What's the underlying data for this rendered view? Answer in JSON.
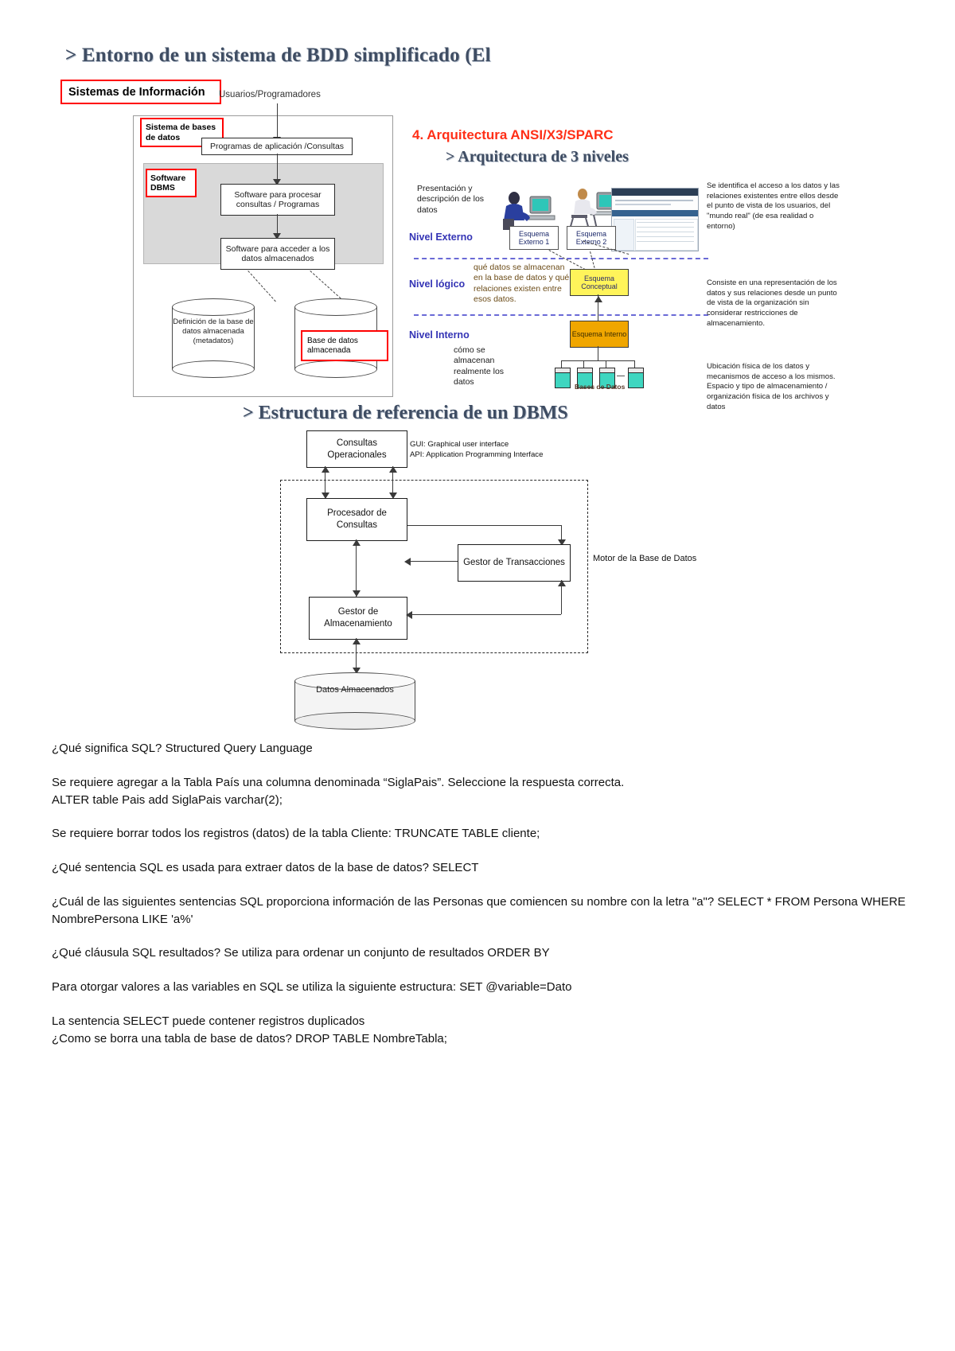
{
  "section1": {
    "title": "> Entorno de un sistema de BDD simplificado (El",
    "tag_sistemas_informacion": "Sistemas de Información",
    "label_usuarios": "Usuarios/Programadores",
    "tag_sistema_bases_datos": "Sistema de bases de datos",
    "tag_software_dbms": "Software DBMS",
    "box_programas": "Programas de aplicación /Consultas",
    "box_software_procesar": "Software para procesar consultas / Programas",
    "box_software_acceder": "Software para acceder a los datos almacenados",
    "cyl_definicion": "Definición de la base de datos almacenada (metadatos)",
    "cyl_base_datos": "Base de datos almacenada"
  },
  "section2": {
    "title_red": "4. Arquitectura ANSI/X3/SPARC",
    "title_sub": "> Arquitectura de 3 niveles",
    "nivel_externo": "Nivel Externo",
    "nivel_externo_desc": "Presentación y descripción de los datos",
    "nivel_logico": "Nivel  lógico",
    "nivel_logico_desc": "qué datos se almacenan en la base de datos y qué relaciones existen entre esos datos.",
    "nivel_interno": "Nivel Interno",
    "nivel_interno_desc": "cómo se almacenan realmente los datos",
    "esquema_externo_1": "Esquema Externo 1",
    "esquema_externo_2": "Esquema Externo 2",
    "esquema_conceptual": "Esquema Conceptual",
    "esquema_interno": "Esquema Interno",
    "bases_de_datos": "Bases de Datos",
    "desc_externo": "Se identifica el acceso a los datos y las relaciones existentes entre ellos desde el punto de vista de los usuarios, del \"mundo real\" (de esa realidad o entorno)",
    "desc_logico": "Consiste en una representación de los datos y sus relaciones desde un punto de vista de la organización sin considerar restricciones de almacenamiento.",
    "desc_interno": "Ubicación  física de los datos y mecanismos de acceso a los mismos. Espacio y tipo de almacenamiento / organización física de los archivos y datos",
    "color_conceptual": "#fff45a",
    "color_interno": "#f0a600",
    "color_titulo_rojo": "#ff2f17"
  },
  "section3": {
    "title": "> Estructura de referencia de un DBMS",
    "box_consultas": "Consultas Operacionales",
    "box_procesador": "Procesador de Consultas",
    "box_gestor_trans": "Gestor de Transacciones",
    "box_gestor_alm": "Gestor de Almacenamiento",
    "cyl_datos": "Datos Almacenados",
    "label_motor": "Motor de la Base de Datos",
    "legend_gui": "GUI: Graphical user interface",
    "legend_api": "API: Application Programming Interface"
  },
  "body": {
    "paragraphs": [
      "¿Qué significa SQL? Structured Query Language",
      "Se requiere agregar a la Tabla País una columna denominada “SiglaPais”. Seleccione la respuesta correcta.",
      "ALTER table Pais add SiglaPais varchar(2);",
      "Se requiere borrar todos los registros (datos) de la tabla Cliente: TRUNCATE TABLE cliente;",
      "¿Qué sentencia SQL es usada para extraer datos de la base de datos? SELECT",
      "¿Cuál de las siguientes sentencias SQL proporciona información de las Personas que comiencen su nombre con la letra \"a\"?   SELECT * FROM Persona WHERE NombrePersona LIKE 'a%'",
      "¿Qué cláusula SQL resultados? Se utiliza para ordenar un conjunto de resultados ORDER BY",
      "Para otorgar valores a las variables en SQL se utiliza la siguiente estructura:  SET @variable=Dato",
      "La sentencia SELECT puede contener registros duplicados",
      "¿Como se borra una tabla de base de datos?  DROP TABLE NombreTabla;"
    ]
  }
}
